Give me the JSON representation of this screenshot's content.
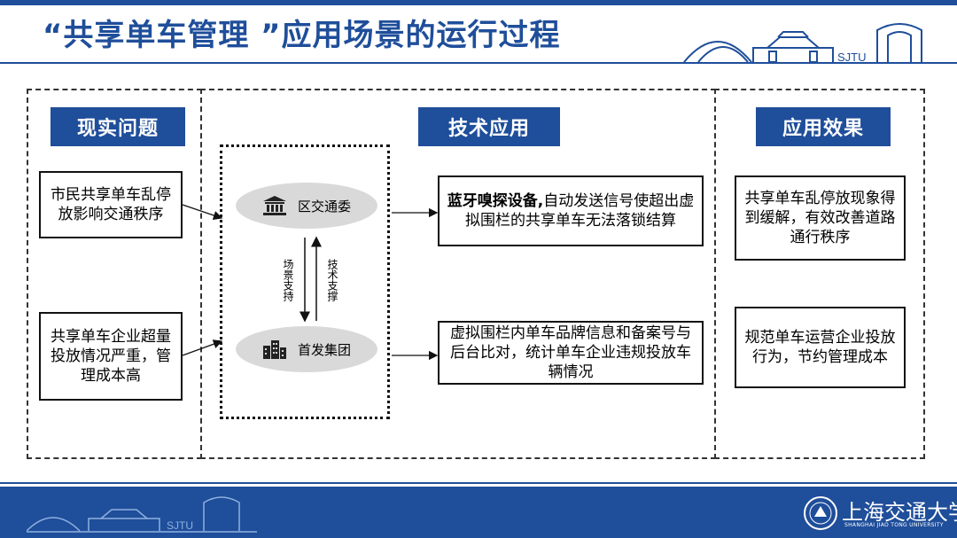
{
  "slide": {
    "title": "“共享单车管理 ”应用场景的运行过程"
  },
  "columns": {
    "reality": {
      "header": "现实问题"
    },
    "tech": {
      "header": "技术应用"
    },
    "effect": {
      "header": "应用效果"
    }
  },
  "problems": [
    "市民共享单车乱停放影响交通秩序",
    "共享单车企业超量投放情况严重，管理成本高"
  ],
  "actors": [
    {
      "name": "区交通委",
      "icon": "government-building-icon"
    },
    {
      "name": "首发集团",
      "icon": "office-buildings-icon"
    }
  ],
  "flows": {
    "down": "场景支持",
    "up": "技术支撑"
  },
  "tech_items": [
    {
      "bold": "蓝牙嗅探设备,",
      "text": "自动发送信号使超出虚拟围栏的共享单车无法落锁结算"
    },
    {
      "bold": "",
      "text": "虚拟围栏内单车品牌信息和备案号与后台比对，统计单车企业违规投放车辆情况"
    }
  ],
  "effects": [
    "共享单车乱停放现象得到缓解，有效改善道路通行秩序",
    "规范单车运营企业投放行为，节约管理成本"
  ],
  "footer": {
    "university_name": "上海交通大学",
    "university_en": "SHANGHAI JIAO TONG UNIVERSITY",
    "skyline_label": "SJTU"
  },
  "colors": {
    "brand_blue": "#1f4e9a",
    "oval_gray": "#d9d9d9"
  }
}
